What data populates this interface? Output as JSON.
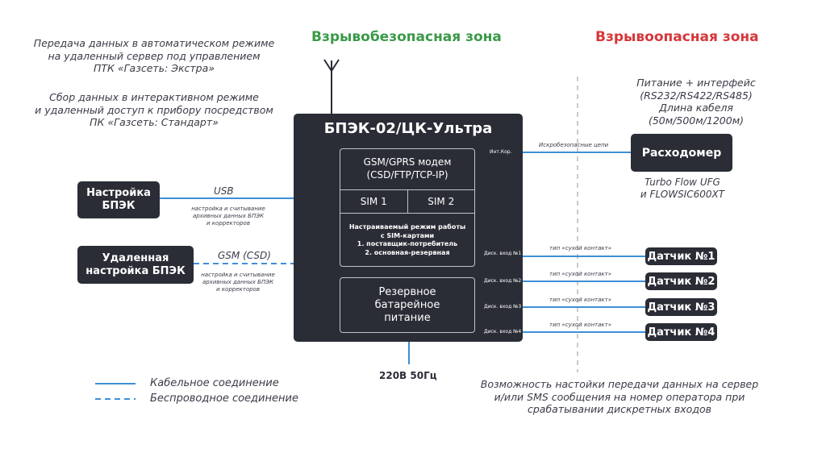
{
  "zones": {
    "safe": "Взрывобезопасная зона",
    "hazard": "Взрывоопасная зона",
    "safe_color": "#3a9a48",
    "hazard_color": "#d6373a"
  },
  "notes": {
    "top_left_1": [
      "Передача данных в автоматическом режиме",
      "на удаленный сервер под управлением",
      "ПТК «Газсеть: Экстра»"
    ],
    "top_left_2": [
      "Сбор данных в интерактивном режиме",
      "и удаленный доступ к прибору посредством",
      "ПК «Газсеть: Стандарт»"
    ],
    "top_right": [
      "Питание + интерфейс",
      "(RS232/RS422/RS485)",
      "Длина кабеля",
      "(50м/500м/1200м)"
    ],
    "bottom_right": [
      "Возможность настойки передачи данных на сервер",
      "и/или SMS сообщения на номер оператора при",
      "срабатывании дискретных входов"
    ]
  },
  "device": {
    "title": "БПЭК-02/ЦК-Ультра",
    "modem": [
      "GSM/GPRS модем",
      "(CSD/FTP/TCP-IP)"
    ],
    "sim1": "SIM 1",
    "sim2": "SIM 2",
    "sim_mode": [
      "Настраиваемый режим работы",
      "с SIM-картами",
      "1. поставщик-потребитель",
      "2. основная-резервная"
    ],
    "battery": [
      "Резервное",
      "батарейное",
      "питание"
    ],
    "port_int": "Инт.Кор.",
    "disc_inputs": [
      "Диск. вход №1",
      "Диск. вход №2",
      "Диск. вход №3",
      "Диск. вход №4"
    ]
  },
  "left": {
    "setup_box": [
      "Настройка",
      "БПЭК"
    ],
    "usb_label": "USB",
    "usb_note": [
      "настройка и считывание",
      "архивных данных БПЭК",
      "и корректоров"
    ],
    "remote_box": [
      "Удаленная",
      "настройка БПЭК"
    ],
    "gsm_label": "GSM (CSD)",
    "gsm_note": [
      "настройка и считывание",
      "архивных данных БПЭК",
      "и корректоров"
    ]
  },
  "right": {
    "ex_circuits": "Искробезопасные цепи",
    "flowmeter": "Расходомер",
    "flowmeter_models": [
      "Turbo Flow UFG",
      "и FLOWSIC600XT"
    ],
    "dry_contact": "тип «сухой контакт»",
    "sensors": [
      "Датчик №1",
      "Датчик №2",
      "Датчик №3",
      "Датчик №4"
    ]
  },
  "power": "220В 50Гц",
  "legend": {
    "cable": "Кабельное соединение",
    "wireless": "Беспроводное соединение"
  },
  "colors": {
    "line": "#3d8fd8",
    "box": "#2a2d36",
    "divider": "#b8b8b8"
  }
}
